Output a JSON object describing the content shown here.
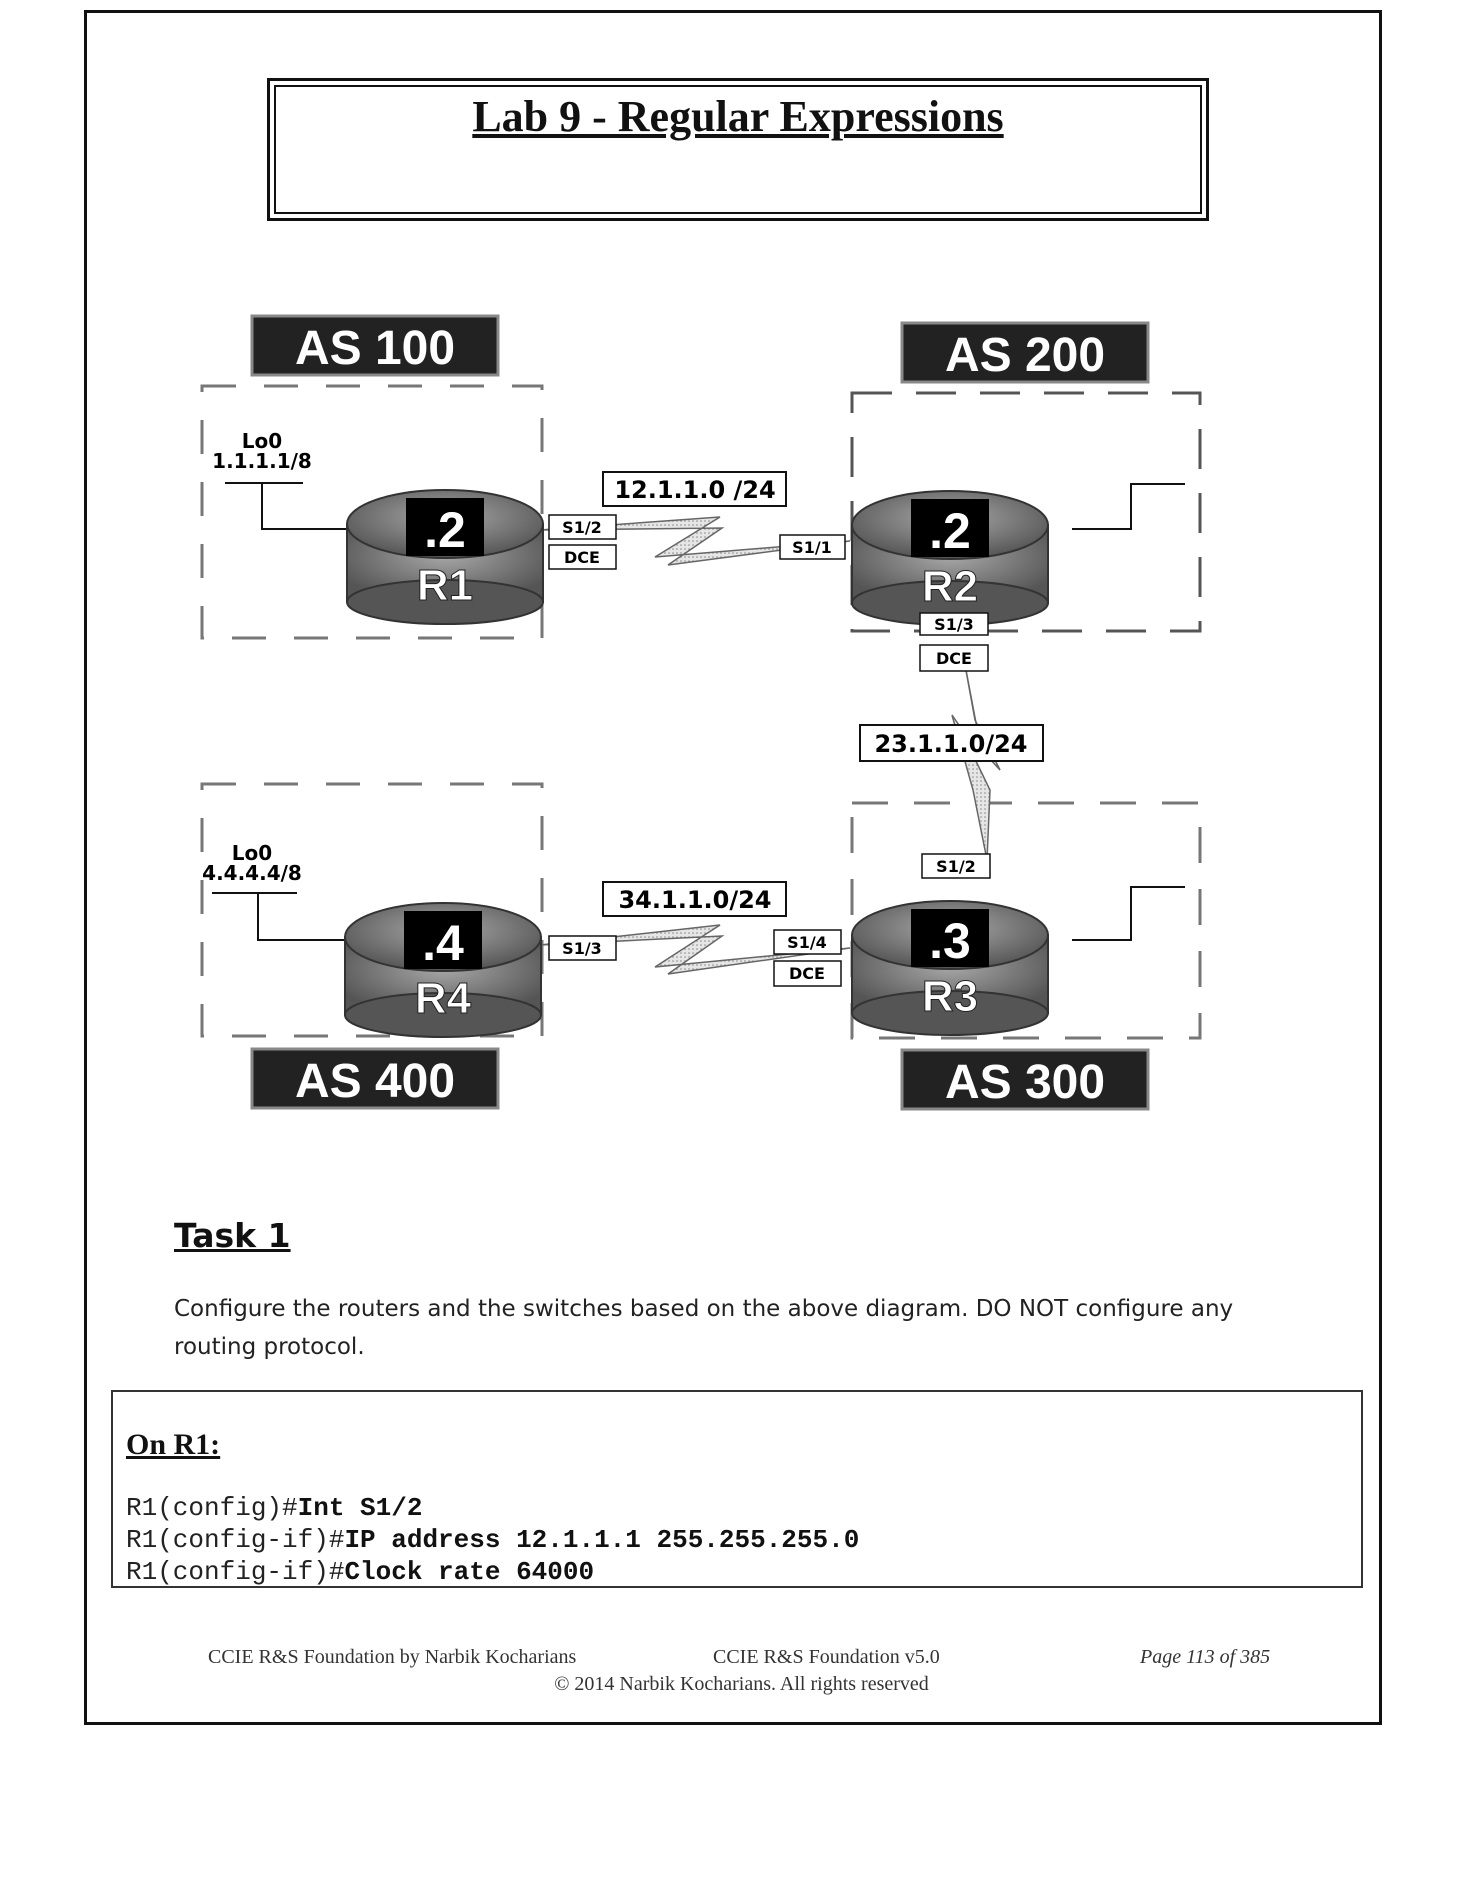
{
  "title": "Lab 9 - Regular Expressions",
  "diagram": {
    "as_labels": [
      "AS 100",
      "AS 200",
      "AS 300",
      "AS 400"
    ],
    "routers": [
      {
        "name": "R1",
        "id": ".2"
      },
      {
        "name": "R2",
        "id": ".2"
      },
      {
        "name": "R3",
        "id": ".3"
      },
      {
        "name": "R4",
        "id": ".4"
      }
    ],
    "loopbacks": [
      {
        "name": "Lo0",
        "address": "1.1.1.1/8"
      },
      {
        "name": "Lo0",
        "address": "4.4.4.4/8"
      }
    ],
    "networks": [
      "12.1.1.0 /24",
      "23.1.1.0/24",
      "34.1.1.0/24"
    ],
    "interfaces": {
      "r1_s12": "S1/2",
      "r1_dce": "DCE",
      "r2_s11": "S1/1",
      "r2_s13": "S1/3",
      "r2_dce": "DCE",
      "r3_s12": "S1/2",
      "r3_s14": "S1/4",
      "r3_dce": "DCE",
      "r4_s13": "S1/3"
    }
  },
  "task": {
    "heading": "Task 1",
    "text": "Configure the routers and the switches based on the above diagram. DO NOT configure any routing protocol."
  },
  "config": {
    "heading": "On R1:",
    "lines": [
      {
        "prompt": "R1(config)#",
        "command": "Int S1/2"
      },
      {
        "prompt": "R1(config-if)#",
        "command": "IP address 12.1.1.1 255.255.255.0"
      },
      {
        "prompt": "R1(config-if)#",
        "command": "Clock rate 64000"
      }
    ]
  },
  "footer": {
    "left": "CCIE R&S Foundation by Narbik Kocharians",
    "middle": "CCIE R&S Foundation v5.0",
    "right": "Page 113 of 385",
    "copyright": "© 2014 Narbik Kocharians. All rights reserved"
  }
}
